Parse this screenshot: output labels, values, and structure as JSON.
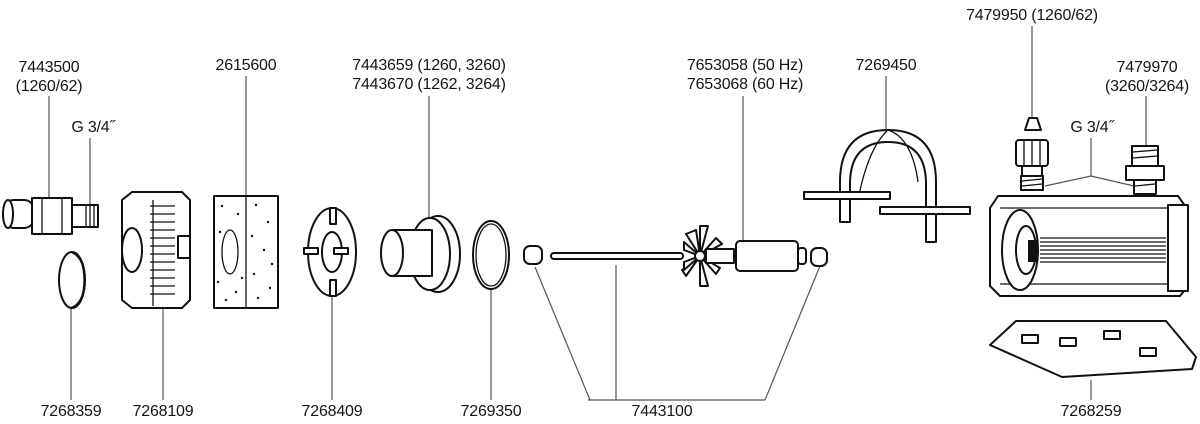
{
  "diagram": {
    "type": "exploded-parts-diagram",
    "subject": "aquarium pump spare parts",
    "parts": [
      {
        "id": "p1",
        "number": "7443500",
        "note": "(1260/62)",
        "name": "hose-connector"
      },
      {
        "id": "p2",
        "number": "G 3/4˝",
        "note": "",
        "name": "thread-size-left"
      },
      {
        "id": "p3",
        "number": "7268359",
        "note": "",
        "name": "cap-disc"
      },
      {
        "id": "p4",
        "number": "7268109",
        "note": "",
        "name": "filter-housing"
      },
      {
        "id": "p5",
        "number": "2615600",
        "note": "",
        "name": "filter-sponge"
      },
      {
        "id": "p6",
        "number": "7268409",
        "note": "",
        "name": "impeller-cover-ring"
      },
      {
        "id": "p7",
        "number": "7443659 (1260, 3260)",
        "note": "7443670 (1262, 3264)",
        "name": "impeller-cover"
      },
      {
        "id": "p8",
        "number": "7269350",
        "note": "",
        "name": "o-ring"
      },
      {
        "id": "p9",
        "number": "7443100",
        "note": "",
        "name": "shaft-and-bearings"
      },
      {
        "id": "p10",
        "number": "7653058  (50 Hz)",
        "note": "7653068  (60 Hz)",
        "name": "impeller-rotor"
      },
      {
        "id": "p11",
        "number": "7269450",
        "note": "",
        "name": "mounting-bracket"
      },
      {
        "id": "p12",
        "number": "7479950 (1260/62)",
        "note": "",
        "name": "outlet-nozzle"
      },
      {
        "id": "p13",
        "number": "7479970",
        "note": "(3260/3264)",
        "name": "threaded-adapter"
      },
      {
        "id": "p14",
        "number": "G 3/4˝",
        "note": "",
        "name": "thread-size-right"
      },
      {
        "id": "p15",
        "number": "7268259",
        "note": "",
        "name": "base-plate"
      }
    ]
  }
}
